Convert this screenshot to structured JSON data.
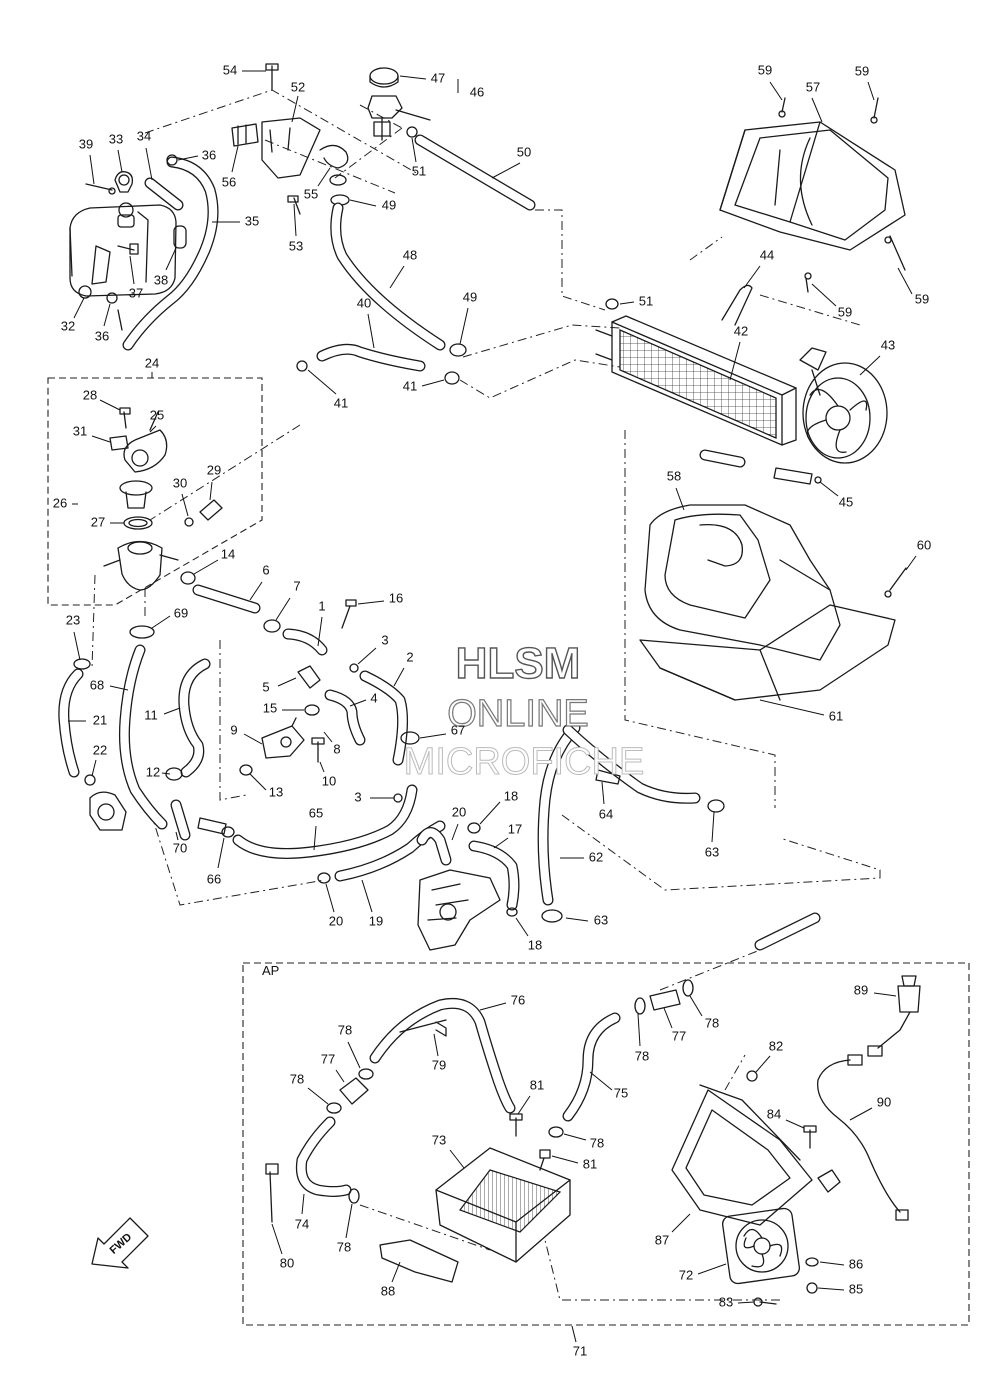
{
  "diagram": {
    "watermark": {
      "line1": "HLSM",
      "line2": "ONLINE",
      "line3": "MICROFICHE"
    },
    "option_box_label": "AP",
    "fwd_label": "FWD",
    "callouts": [
      {
        "id": "c54",
        "text": "54"
      },
      {
        "id": "c52",
        "text": "52"
      },
      {
        "id": "c47",
        "text": "47"
      },
      {
        "id": "c46",
        "text": "46"
      },
      {
        "id": "c59a",
        "text": "59"
      },
      {
        "id": "c57",
        "text": "57"
      },
      {
        "id": "c59b",
        "text": "59"
      },
      {
        "id": "c39",
        "text": "39"
      },
      {
        "id": "c33",
        "text": "33"
      },
      {
        "id": "c34",
        "text": "34"
      },
      {
        "id": "c36a",
        "text": "36"
      },
      {
        "id": "c56",
        "text": "56"
      },
      {
        "id": "c55",
        "text": "55"
      },
      {
        "id": "c51a",
        "text": "51"
      },
      {
        "id": "c50",
        "text": "50"
      },
      {
        "id": "c35",
        "text": "35"
      },
      {
        "id": "c49a",
        "text": "49"
      },
      {
        "id": "c53",
        "text": "53"
      },
      {
        "id": "c37",
        "text": "37"
      },
      {
        "id": "c38",
        "text": "38"
      },
      {
        "id": "c48",
        "text": "48"
      },
      {
        "id": "c44",
        "text": "44"
      },
      {
        "id": "c59c",
        "text": "59"
      },
      {
        "id": "c59d",
        "text": "59"
      },
      {
        "id": "c32",
        "text": "32"
      },
      {
        "id": "c36b",
        "text": "36"
      },
      {
        "id": "c40",
        "text": "40"
      },
      {
        "id": "c49b",
        "text": "49"
      },
      {
        "id": "c51b",
        "text": "51"
      },
      {
        "id": "c42",
        "text": "42"
      },
      {
        "id": "c43",
        "text": "43"
      },
      {
        "id": "c24",
        "text": "24"
      },
      {
        "id": "c41a",
        "text": "41"
      },
      {
        "id": "c41b",
        "text": "41"
      },
      {
        "id": "c28",
        "text": "28"
      },
      {
        "id": "c25",
        "text": "25"
      },
      {
        "id": "c31",
        "text": "31"
      },
      {
        "id": "c29",
        "text": "29"
      },
      {
        "id": "c30",
        "text": "30"
      },
      {
        "id": "c26",
        "text": "26"
      },
      {
        "id": "c27",
        "text": "27"
      },
      {
        "id": "c45",
        "text": "45"
      },
      {
        "id": "c58",
        "text": "58"
      },
      {
        "id": "c60",
        "text": "60"
      },
      {
        "id": "c14",
        "text": "14"
      },
      {
        "id": "c6",
        "text": "6"
      },
      {
        "id": "c7",
        "text": "7"
      },
      {
        "id": "c16",
        "text": "16"
      },
      {
        "id": "c1",
        "text": "1"
      },
      {
        "id": "c69",
        "text": "69"
      },
      {
        "id": "c23",
        "text": "23"
      },
      {
        "id": "c3a",
        "text": "3"
      },
      {
        "id": "c2",
        "text": "2"
      },
      {
        "id": "c5",
        "text": "5"
      },
      {
        "id": "c68",
        "text": "68"
      },
      {
        "id": "c4",
        "text": "4"
      },
      {
        "id": "c15",
        "text": "15"
      },
      {
        "id": "c11",
        "text": "11"
      },
      {
        "id": "c21",
        "text": "21"
      },
      {
        "id": "c61",
        "text": "61"
      },
      {
        "id": "c9",
        "text": "9"
      },
      {
        "id": "c8",
        "text": "8"
      },
      {
        "id": "c67",
        "text": "67"
      },
      {
        "id": "c22",
        "text": "22"
      },
      {
        "id": "c12",
        "text": "12"
      },
      {
        "id": "c10",
        "text": "10"
      },
      {
        "id": "c13",
        "text": "13"
      },
      {
        "id": "c3b",
        "text": "3"
      },
      {
        "id": "c64",
        "text": "64"
      },
      {
        "id": "c18a",
        "text": "18"
      },
      {
        "id": "c20a",
        "text": "20"
      },
      {
        "id": "c65",
        "text": "65"
      },
      {
        "id": "c17",
        "text": "17"
      },
      {
        "id": "c70",
        "text": "70"
      },
      {
        "id": "c62",
        "text": "62"
      },
      {
        "id": "c63a",
        "text": "63"
      },
      {
        "id": "c66",
        "text": "66"
      },
      {
        "id": "c20b",
        "text": "20"
      },
      {
        "id": "c19",
        "text": "19"
      },
      {
        "id": "c18b",
        "text": "18"
      },
      {
        "id": "c63b",
        "text": "63"
      },
      {
        "id": "c76",
        "text": "76"
      },
      {
        "id": "c89",
        "text": "89"
      },
      {
        "id": "c78a",
        "text": "78"
      },
      {
        "id": "c78b",
        "text": "78"
      },
      {
        "id": "c77a",
        "text": "77"
      },
      {
        "id": "c78c",
        "text": "78"
      },
      {
        "id": "c79",
        "text": "79"
      },
      {
        "id": "c82",
        "text": "82"
      },
      {
        "id": "c77b",
        "text": "77"
      },
      {
        "id": "c78d",
        "text": "78"
      },
      {
        "id": "c81a",
        "text": "81"
      },
      {
        "id": "c75",
        "text": "75"
      },
      {
        "id": "c90",
        "text": "90"
      },
      {
        "id": "c78e",
        "text": "78"
      },
      {
        "id": "c84",
        "text": "84"
      },
      {
        "id": "c73",
        "text": "73"
      },
      {
        "id": "c81b",
        "text": "81"
      },
      {
        "id": "c74",
        "text": "74"
      },
      {
        "id": "c87",
        "text": "87"
      },
      {
        "id": "c78f",
        "text": "78"
      },
      {
        "id": "c80",
        "text": "80"
      },
      {
        "id": "c86",
        "text": "86"
      },
      {
        "id": "c72",
        "text": "72"
      },
      {
        "id": "c85",
        "text": "85"
      },
      {
        "id": "c88",
        "text": "88"
      },
      {
        "id": "c83",
        "text": "83"
      },
      {
        "id": "c71",
        "text": "71"
      }
    ]
  }
}
